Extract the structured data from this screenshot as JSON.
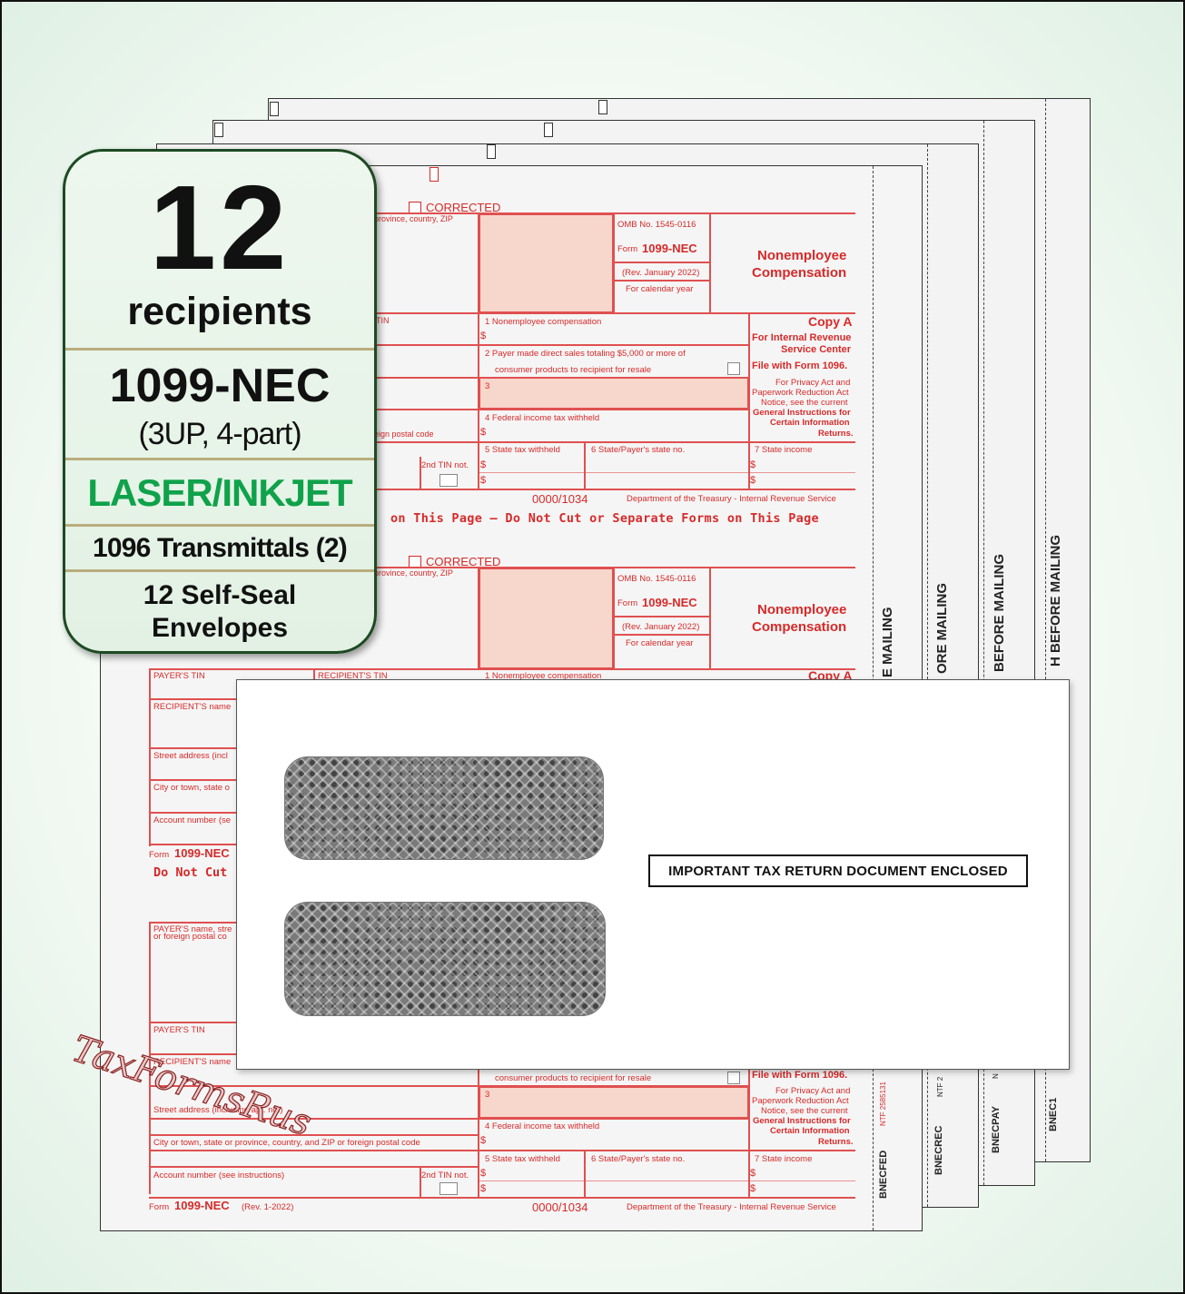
{
  "badge": {
    "count": "12",
    "count_label": "recipients",
    "form_name": "1099-NEC",
    "form_variant": "(3UP, 4-part)",
    "print_type": "LASER/INKJET",
    "transmittals": "1096 Transmittals (2)",
    "envelopes_line1": "12 Self-Seal",
    "envelopes_line2": "Envelopes",
    "accent_color": "#0fa24a"
  },
  "sheets": {
    "back_labels": [
      "H BEFORE MAILING",
      "BEFORE MAILING",
      "ORE MAILING",
      "E MAILING"
    ],
    "codes": [
      "BNEC1",
      "BNECPAY",
      "BNECREC",
      "BNECFED"
    ],
    "small_codes": [
      "N",
      "NTF 2",
      "NTF 2585131"
    ]
  },
  "form": {
    "corrected": "CORRECTED",
    "payer_city": "province, country, ZIP",
    "omb": "OMB No. 1545-0116",
    "form_word": "Form",
    "form_number": "1099-NEC",
    "rev": "(Rev. January 2022)",
    "calendar_year": "For calendar year",
    "title_line1": "Nonemployee",
    "title_line2": "Compensation",
    "tin_fragment": "TIN",
    "box1": "1 Nonemployee compensation",
    "box2_line1": "2 Payer made direct sales totaling $5,000 or more of",
    "box2_line2": "consumer products to recipient for resale",
    "box3": "3",
    "box4": "4 Federal income tax withheld",
    "box5": "5 State tax withheld",
    "box6": "6 State/Payer's state no.",
    "box7": "7 State income",
    "dollar": "$",
    "copy": "Copy A",
    "copy_for1": "For Internal Revenue",
    "copy_for2": "Service Center",
    "file_with": "File with Form 1096.",
    "privacy1": "For Privacy Act and",
    "privacy2": "Paperwork Reduction Act",
    "privacy3": "Notice, see the current",
    "privacy4": "General Instructions for",
    "privacy5": "Certain Information",
    "privacy6": "Returns.",
    "foreign_postal": "eign postal code",
    "second_tin": "2nd TIN not.",
    "catalog": "0000/1034",
    "department": "Department of the Treasury - Internal Revenue Service",
    "do_not_cut": "on This Page — Do Not Cut or Separate Forms on This Page",
    "payers_tin": "PAYER'S TIN",
    "recipients_tin": "RECIPIENT'S TIN",
    "recipient_name": "RECIPIENT'S name",
    "street": "Street address (incl",
    "city": "City or town, state o",
    "account": "Account number (se",
    "do_not_cut_short": "Do Not Cut",
    "payer_name1": "PAYER'S name, stre",
    "payer_name2": "or foreign postal co",
    "copy_partial": "Copy A",
    "street_full": "Street address (including apt. no.)",
    "city_full": "City or town, state or province, country, and ZIP or foreign postal code",
    "account_full": "Account number (see instructions)",
    "footer_form": "Form",
    "footer_rev": "(Rev. 1-2022)",
    "box2_line2b": "consumer products to recipient for resale",
    "file_with_b": "File with Form 1096."
  },
  "envelope": {
    "notice": "IMPORTANT TAX RETURN DOCUMENT ENCLOSED"
  },
  "watermark": "TaxFormsRus"
}
